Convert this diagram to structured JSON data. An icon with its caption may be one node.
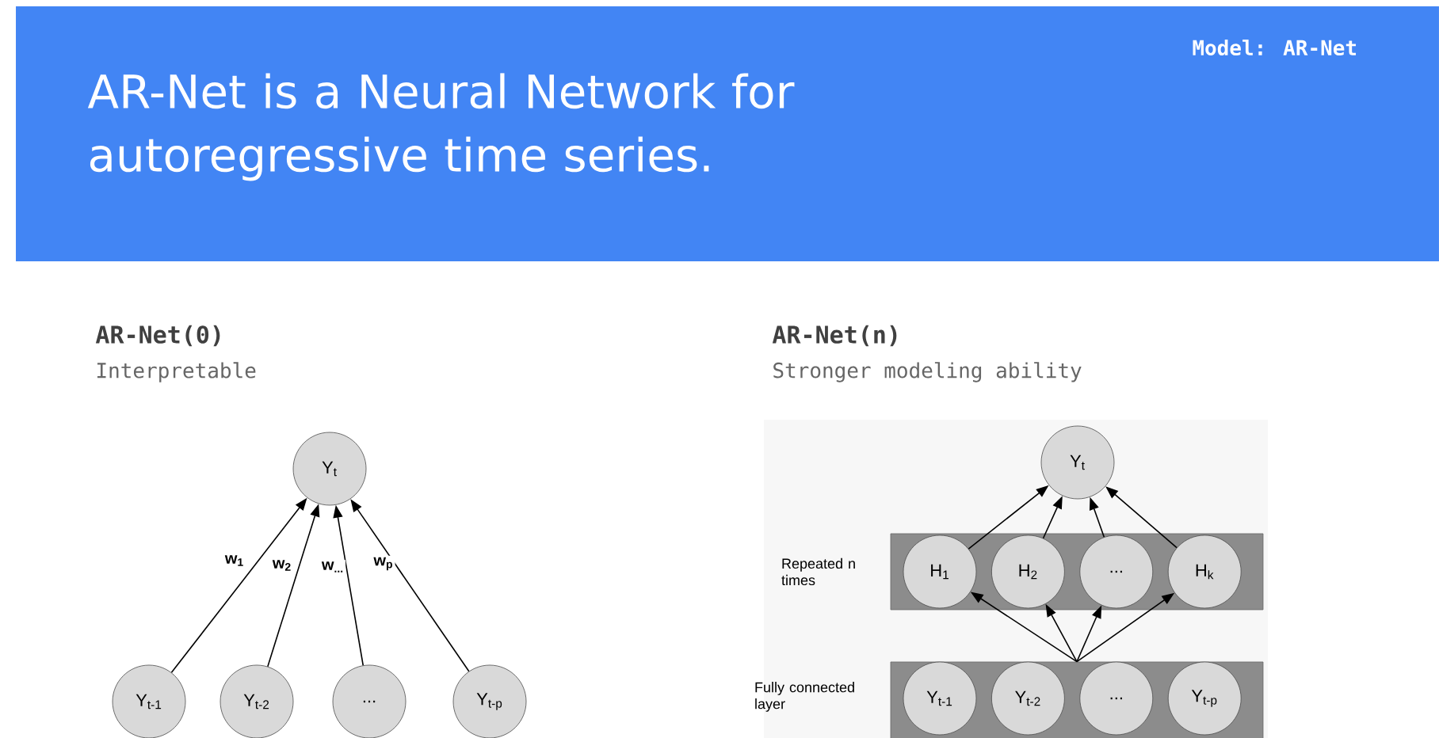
{
  "diagram": {
    "title": "AR-Net is a Neural Network for autoregressive time series.",
    "nodes": [
      {
        "text": [
          "Y$_{t}$"
        ]
      },
      {
        "text": [
          "Y$_{t-1}$"
        ]
      },
      {
        "text": [
          "Y$_{t-2}$"
        ]
      },
      {
        "text": [
          "..."
        ]
      },
      {
        "text": [
          "Y$_{t-p}$"
        ]
      },
      {
        "text": [
          "Y$_{t}$"
        ]
      },
      {
        "text": [],
        "shape": "bar",
        "beside": [
          "Repeated n times"
        ]
      },
      {
        "text": [
          "H$_{1}$"
        ],
        "in": 6
      },
      {
        "text": [
          "H$_{2}$"
        ],
        "in": 6
      },
      {
        "text": [
          "..."
        ],
        "in": 6
      },
      {
        "text": [
          "H$_{k}$"
        ],
        "in": 6
      },
      {
        "text": [],
        "shape": "bar",
        "beside": [
          "Fully connected layer"
        ]
      },
      {
        "text": [
          "Y$_{t-1}$"
        ],
        "in": 11
      },
      {
        "text": [
          "Y$_{t-2}$"
        ],
        "in": 11
      },
      {
        "text": [
          "..."
        ],
        "in": 11
      },
      {
        "text": [
          "Y$_{t-p}$"
        ],
        "in": 11
      }
    ],
    "edges": [
      {
        "from": 1,
        "to": 0,
        "arrow": "to",
        "label": "w$_{1}$"
      },
      {
        "from": 2,
        "to": 0,
        "arrow": "to",
        "label": "w$_{2}$"
      },
      {
        "from": 3,
        "to": 0,
        "arrow": "to",
        "label": "w$_{...}$"
      },
      {
        "from": 4,
        "to": 0,
        "arrow": "to",
        "label": "w$_{p}$"
      },
      {
        "from": 7,
        "to": 5,
        "arrow": "to"
      },
      {
        "from": 8,
        "to": 5,
        "arrow": "to"
      },
      {
        "from": 9,
        "to": 5,
        "arrow": "to"
      },
      {
        "from": 10,
        "to": 5,
        "arrow": "to"
      },
      {
        "from": 11,
        "to": 7,
        "arrow": "to"
      },
      {
        "from": 11,
        "to": 8,
        "arrow": "to"
      },
      {
        "from": 11,
        "to": 9,
        "arrow": "to"
      },
      {
        "from": 11,
        "to": 10,
        "arrow": "to"
      }
    ],
    "labels": [
      "Model: AR-Net",
      "AR-Net(0)",
      "Interpretable",
      "AR-Net(n)",
      "Stronger modeling ability"
    ]
  }
}
